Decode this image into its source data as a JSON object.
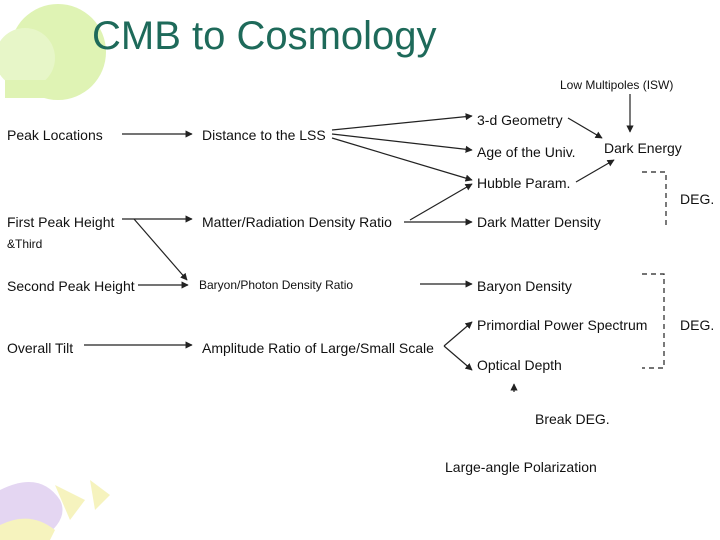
{
  "title": "CMB to Cosmology",
  "nodes": {
    "peak_locations": "Peak Locations",
    "first_peak_height": "First Peak Height",
    "third": "&Third",
    "second_peak_height": "Second Peak Height",
    "overall_tilt": "Overall Tilt",
    "distance_lss": "Distance to the LSS",
    "matter_radiation_ratio": "Matter/Radiation Density Ratio",
    "baryon_photon_ratio": "Baryon/Photon Density Ratio",
    "amplitude_ratio": "Amplitude Ratio of Large/Small Scale",
    "geometry_3d": "3-d Geometry",
    "age_univ": "Age of the Univ.",
    "hubble_param": "Hubble Param.",
    "dark_matter_density": "Dark Matter Density",
    "baryon_density": "Baryon Density",
    "primordial_power_spectrum": "Primordial Power Spectrum",
    "optical_depth": "Optical Depth",
    "dark_energy": "Dark Energy",
    "low_multipoles": "Low Multipoles (ISW)",
    "deg_upper": "DEG.",
    "deg_lower": "DEG.",
    "break_deg": "Break DEG.",
    "large_angle_polarization": "Large-angle Polarization"
  },
  "colors": {
    "title": "#1e6a5a",
    "text": "#111111",
    "arrow": "#222222",
    "decor_green": "#dff3b4",
    "decor_purple": "#e4d6f2",
    "decor_yellow": "#f6f3be"
  }
}
